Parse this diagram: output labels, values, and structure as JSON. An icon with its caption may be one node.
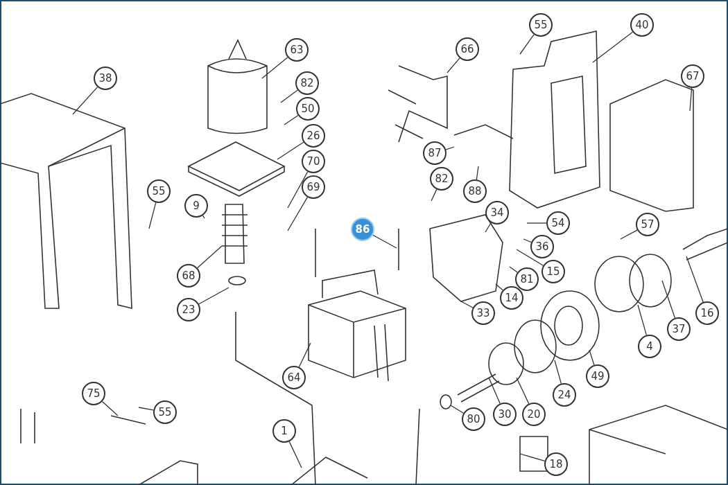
{
  "diagram": {
    "nodes": [
      {
        "text": [
          "55"
        ]
      },
      {
        "text": [
          "40"
        ]
      },
      {
        "text": [
          "63"
        ]
      },
      {
        "text": [
          "66"
        ]
      },
      {
        "text": [
          "38"
        ]
      },
      {
        "text": [
          "67"
        ]
      },
      {
        "text": [
          "82"
        ]
      },
      {
        "text": [
          "50"
        ]
      },
      {
        "text": [
          "26"
        ]
      },
      {
        "text": [
          "87"
        ]
      },
      {
        "text": [
          "70"
        ]
      },
      {
        "text": [
          "82"
        ]
      },
      {
        "text": [
          "88"
        ]
      },
      {
        "text": [
          "55"
        ]
      },
      {
        "text": [
          "69"
        ]
      },
      {
        "text": [
          "9"
        ]
      },
      {
        "text": [
          "34"
        ]
      },
      {
        "text": [
          "54"
        ]
      },
      {
        "text": [
          "57"
        ]
      },
      {
        "text": [
          "86"
        ]
      },
      {
        "text": [
          "36"
        ]
      },
      {
        "text": [
          "15"
        ]
      },
      {
        "text": [
          "68"
        ]
      },
      {
        "text": [
          "81"
        ]
      },
      {
        "text": [
          "14"
        ]
      },
      {
        "text": [
          "23"
        ]
      },
      {
        "text": [
          "16"
        ]
      },
      {
        "text": [
          "33"
        ]
      },
      {
        "text": [
          "37"
        ]
      },
      {
        "text": [
          "4"
        ]
      },
      {
        "text": [
          "49"
        ]
      },
      {
        "text": [
          "64"
        ]
      },
      {
        "text": [
          "75"
        ]
      },
      {
        "text": [
          "24"
        ]
      },
      {
        "text": [
          "55"
        ]
      },
      {
        "text": [
          "20"
        ]
      },
      {
        "text": [
          "30"
        ]
      },
      {
        "text": [
          "80"
        ]
      },
      {
        "text": [
          "1"
        ]
      },
      {
        "text": [
          "18"
        ]
      }
    ],
    "edges": [
      {
        "from": 0,
        "to": null,
        "arrow": "none"
      },
      {
        "from": 1,
        "to": null,
        "arrow": "none"
      },
      {
        "from": 2,
        "to": null,
        "arrow": "none"
      },
      {
        "from": 3,
        "to": null,
        "arrow": "none"
      },
      {
        "from": 4,
        "to": null,
        "arrow": "none"
      },
      {
        "from": 5,
        "to": null,
        "arrow": "none"
      },
      {
        "from": 6,
        "to": null,
        "arrow": "none"
      },
      {
        "from": 7,
        "to": null,
        "arrow": "none"
      },
      {
        "from": 8,
        "to": null,
        "arrow": "none"
      },
      {
        "from": 9,
        "to": null,
        "arrow": "none"
      },
      {
        "from": 10,
        "to": null,
        "arrow": "none"
      },
      {
        "from": 11,
        "to": null,
        "arrow": "none"
      },
      {
        "from": 12,
        "to": null,
        "arrow": "none"
      },
      {
        "from": 13,
        "to": null,
        "arrow": "none"
      },
      {
        "from": 14,
        "to": null,
        "arrow": "none"
      },
      {
        "from": 15,
        "to": null,
        "arrow": "none"
      },
      {
        "from": 16,
        "to": null,
        "arrow": "none"
      },
      {
        "from": 17,
        "to": null,
        "arrow": "none"
      },
      {
        "from": 18,
        "to": null,
        "arrow": "none"
      },
      {
        "from": 19,
        "to": null,
        "arrow": "none"
      },
      {
        "from": 20,
        "to": null,
        "arrow": "none"
      },
      {
        "from": 21,
        "to": null,
        "arrow": "none"
      },
      {
        "from": 22,
        "to": null,
        "arrow": "none"
      },
      {
        "from": 23,
        "to": null,
        "arrow": "none"
      },
      {
        "from": 24,
        "to": null,
        "arrow": "none"
      },
      {
        "from": 25,
        "to": null,
        "arrow": "none"
      },
      {
        "from": 26,
        "to": null,
        "arrow": "none"
      },
      {
        "from": 27,
        "to": null,
        "arrow": "none"
      },
      {
        "from": 28,
        "to": null,
        "arrow": "none"
      },
      {
        "from": 29,
        "to": null,
        "arrow": "none"
      },
      {
        "from": 30,
        "to": null,
        "arrow": "none"
      },
      {
        "from": 31,
        "to": null,
        "arrow": "none"
      },
      {
        "from": 32,
        "to": null,
        "arrow": "none"
      },
      {
        "from": 33,
        "to": null,
        "arrow": "none"
      },
      {
        "from": 34,
        "to": null,
        "arrow": "none"
      },
      {
        "from": 35,
        "to": null,
        "arrow": "none"
      },
      {
        "from": 36,
        "to": null,
        "arrow": "none"
      },
      {
        "from": 37,
        "to": null,
        "arrow": "none"
      },
      {
        "from": 38,
        "to": null,
        "arrow": "none"
      },
      {
        "from": 39,
        "to": null,
        "arrow": "none"
      }
    ]
  }
}
